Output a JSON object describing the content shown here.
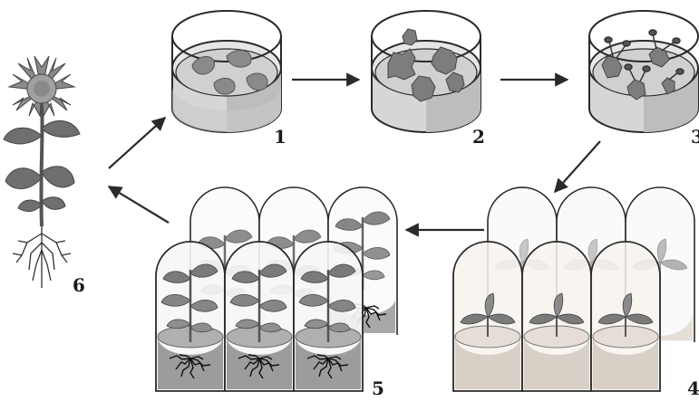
{
  "steps": [
    {
      "id": "1",
      "label": "1"
    },
    {
      "id": "2",
      "label": "2"
    },
    {
      "id": "3",
      "label": "3"
    },
    {
      "id": "4",
      "label": "4"
    },
    {
      "id": "5",
      "label": "5"
    },
    {
      "id": "6",
      "label": "6"
    }
  ],
  "colors": {
    "outline": "#2a2a2a",
    "medium_light": "#dcdcdc",
    "medium_dark": "#b8b8b8",
    "tissue": "#8e8e8e",
    "leaf": "#777777",
    "leaf_dark": "#555555",
    "root": "#1a1a1a",
    "arrow": "#2a2a2a"
  },
  "icons": {
    "petri_dish": "petri-dish-icon",
    "culture_tube": "culture-tube-icon",
    "plant": "sunflower-plant-icon",
    "arrow": "arrow-icon"
  }
}
